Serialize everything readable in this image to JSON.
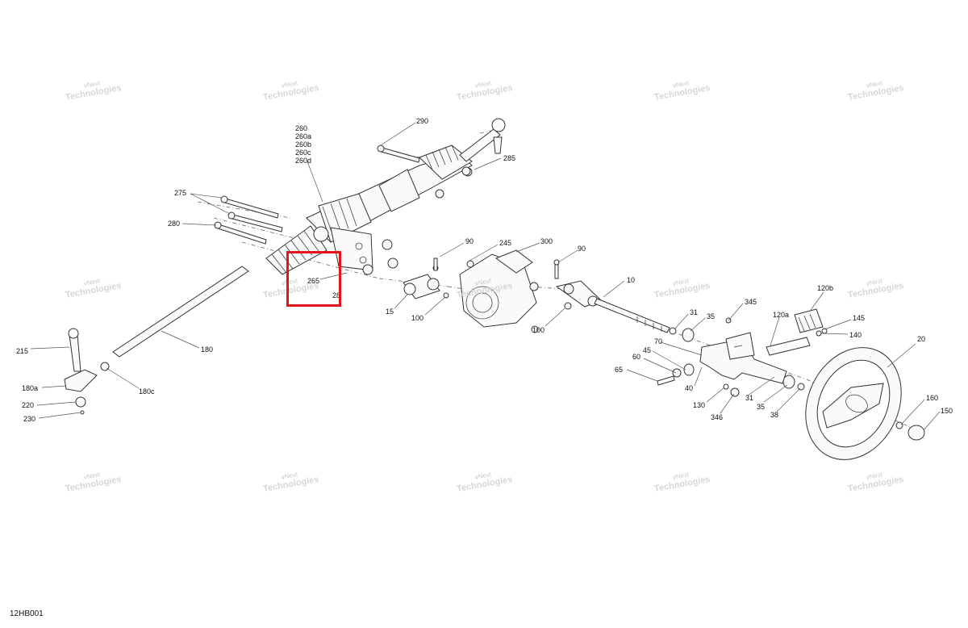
{
  "figure_id": "12HB001",
  "watermark": {
    "line1": "vNext",
    "line2": "Technologies"
  },
  "highlight": {
    "color": "#e3141b"
  },
  "labels": {
    "l260": "260",
    "l260a": "260a",
    "l260b": "260b",
    "l260c": "260c",
    "l260d": "260d",
    "l290": "290",
    "l285": "285",
    "l275": "275",
    "l280": "280",
    "l90a": "90",
    "l245": "245",
    "l300": "300",
    "l90b": "90",
    "l265": "265",
    "l28x": "28",
    "l15": "15",
    "l100a": "100",
    "l100b": "100",
    "l10": "10",
    "l215": "215",
    "l180": "180",
    "l180a": "180a",
    "l180c": "180c",
    "l220": "220",
    "l230": "230",
    "l345": "345",
    "l120b": "120b",
    "l120a": "120a",
    "l145": "145",
    "l140": "140",
    "l31a": "31",
    "l35a": "35",
    "l70": "70",
    "l45": "45",
    "l60": "60",
    "l65": "65",
    "l40": "40",
    "l130": "130",
    "l346": "346",
    "l31b": "31",
    "l35b": "35",
    "l38": "38",
    "l20": "20",
    "l160": "160",
    "l150": "150"
  }
}
